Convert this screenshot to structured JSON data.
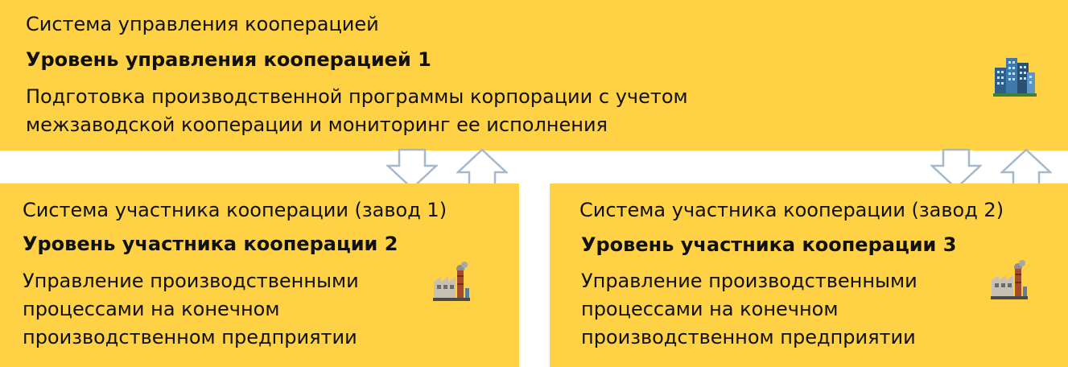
{
  "colors": {
    "box_fill": "#FFD246",
    "arrow_fill": "#FFFFFF",
    "arrow_stroke": "#A6B8CC"
  },
  "top": {
    "system": "Система управления кооперацией",
    "level": "Уровень управления кооперацией 1",
    "description": "Подготовка производственной программы корпорации с учетом\nмежзаводской кооперации и мониторинг ее исполнения",
    "icon": "office-buildings-icon"
  },
  "left": {
    "system": "Система участника кооперации (завод 1)",
    "level": "Уровень участника кооперации 2",
    "description": "Управление производственными\nпроцессами на конечном\nпроизводственном предприятии",
    "icon": "factory-icon"
  },
  "right": {
    "system": "Система участника кооперации (завод 2)",
    "level": "Уровень участника кооперации 3",
    "description": "Управление производственными\nпроцессами на конечном\nпроизводственном предприятии",
    "icon": "factory-icon"
  }
}
